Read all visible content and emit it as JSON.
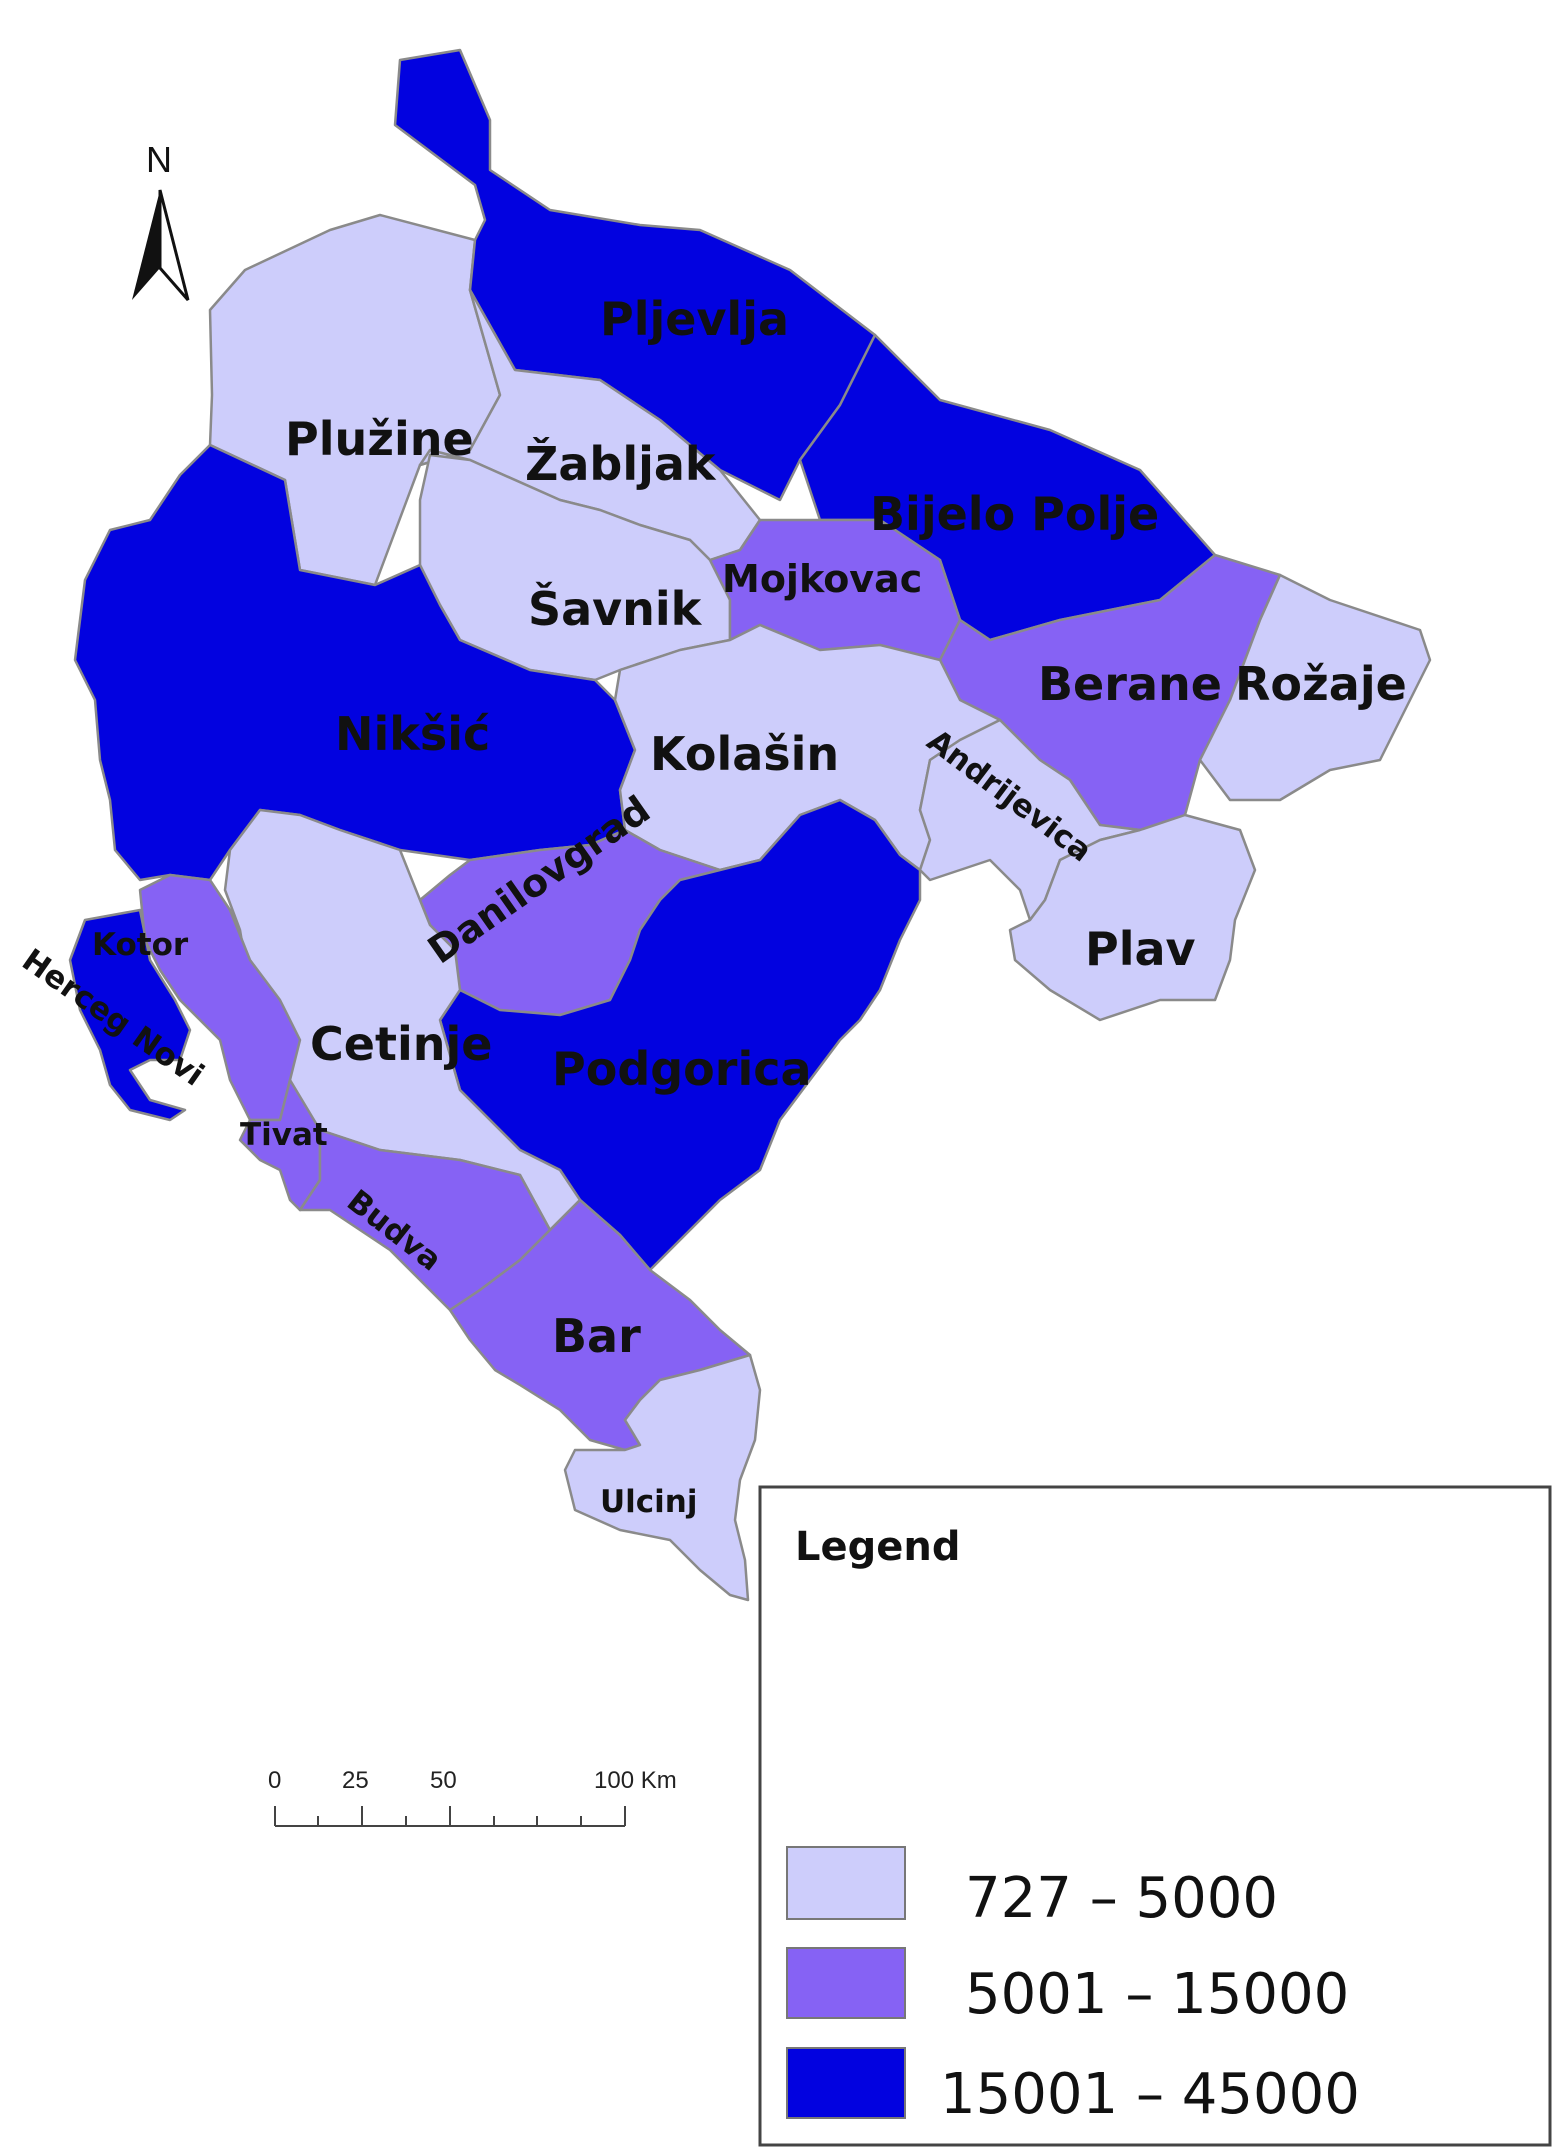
{
  "map": {
    "north_label": "N",
    "regions": [
      {
        "name": "Pljevlja",
        "class": "15001 – 45000"
      },
      {
        "name": "Bijelo Polje",
        "class": "15001 – 45000"
      },
      {
        "name": "Žabljak",
        "class": "727 – 5000"
      },
      {
        "name": "Plužine",
        "class": "727 – 5000"
      },
      {
        "name": "Šavnik",
        "class": "727 – 5000"
      },
      {
        "name": "Mojkovac",
        "class": "5001 – 15000"
      },
      {
        "name": "Berane",
        "class": "5001 – 15000"
      },
      {
        "name": "Rožaje",
        "class": "727 – 5000"
      },
      {
        "name": "Nikšić",
        "class": "15001 – 45000"
      },
      {
        "name": "Kolašin",
        "class": "727 – 5000"
      },
      {
        "name": "Andrijevica",
        "class": "727 – 5000"
      },
      {
        "name": "Plav",
        "class": "727 – 5000"
      },
      {
        "name": "Danilovgrad",
        "class": "5001 – 15000"
      },
      {
        "name": "Podgorica",
        "class": "15001 – 45000"
      },
      {
        "name": "Cetinje",
        "class": "727 – 5000"
      },
      {
        "name": "Kotor",
        "class": "5001 – 15000"
      },
      {
        "name": "Herceg Novi",
        "class": "15001 – 45000"
      },
      {
        "name": "Tivat",
        "class": "5001 – 15000"
      },
      {
        "name": "Budva",
        "class": "5001 – 15000"
      },
      {
        "name": "Bar",
        "class": "5001 – 15000"
      },
      {
        "name": "Ulcinj",
        "class": "727 – 5000"
      }
    ]
  },
  "scale_bar": {
    "ticks": [
      "0",
      "25",
      "50",
      "100 Km"
    ]
  },
  "legend": {
    "title": "Legend",
    "items": [
      {
        "label": "727 – 5000",
        "color": "#cdcdfb"
      },
      {
        "label": "5001 – 15000",
        "color": "#8662f4"
      },
      {
        "label": "15001 – 45000",
        "color": "#0202e0"
      }
    ]
  },
  "colors": {
    "light": "#cdcdfb",
    "mid": "#8662f4",
    "dark": "#0202e0",
    "border": "#8a8a8a"
  }
}
